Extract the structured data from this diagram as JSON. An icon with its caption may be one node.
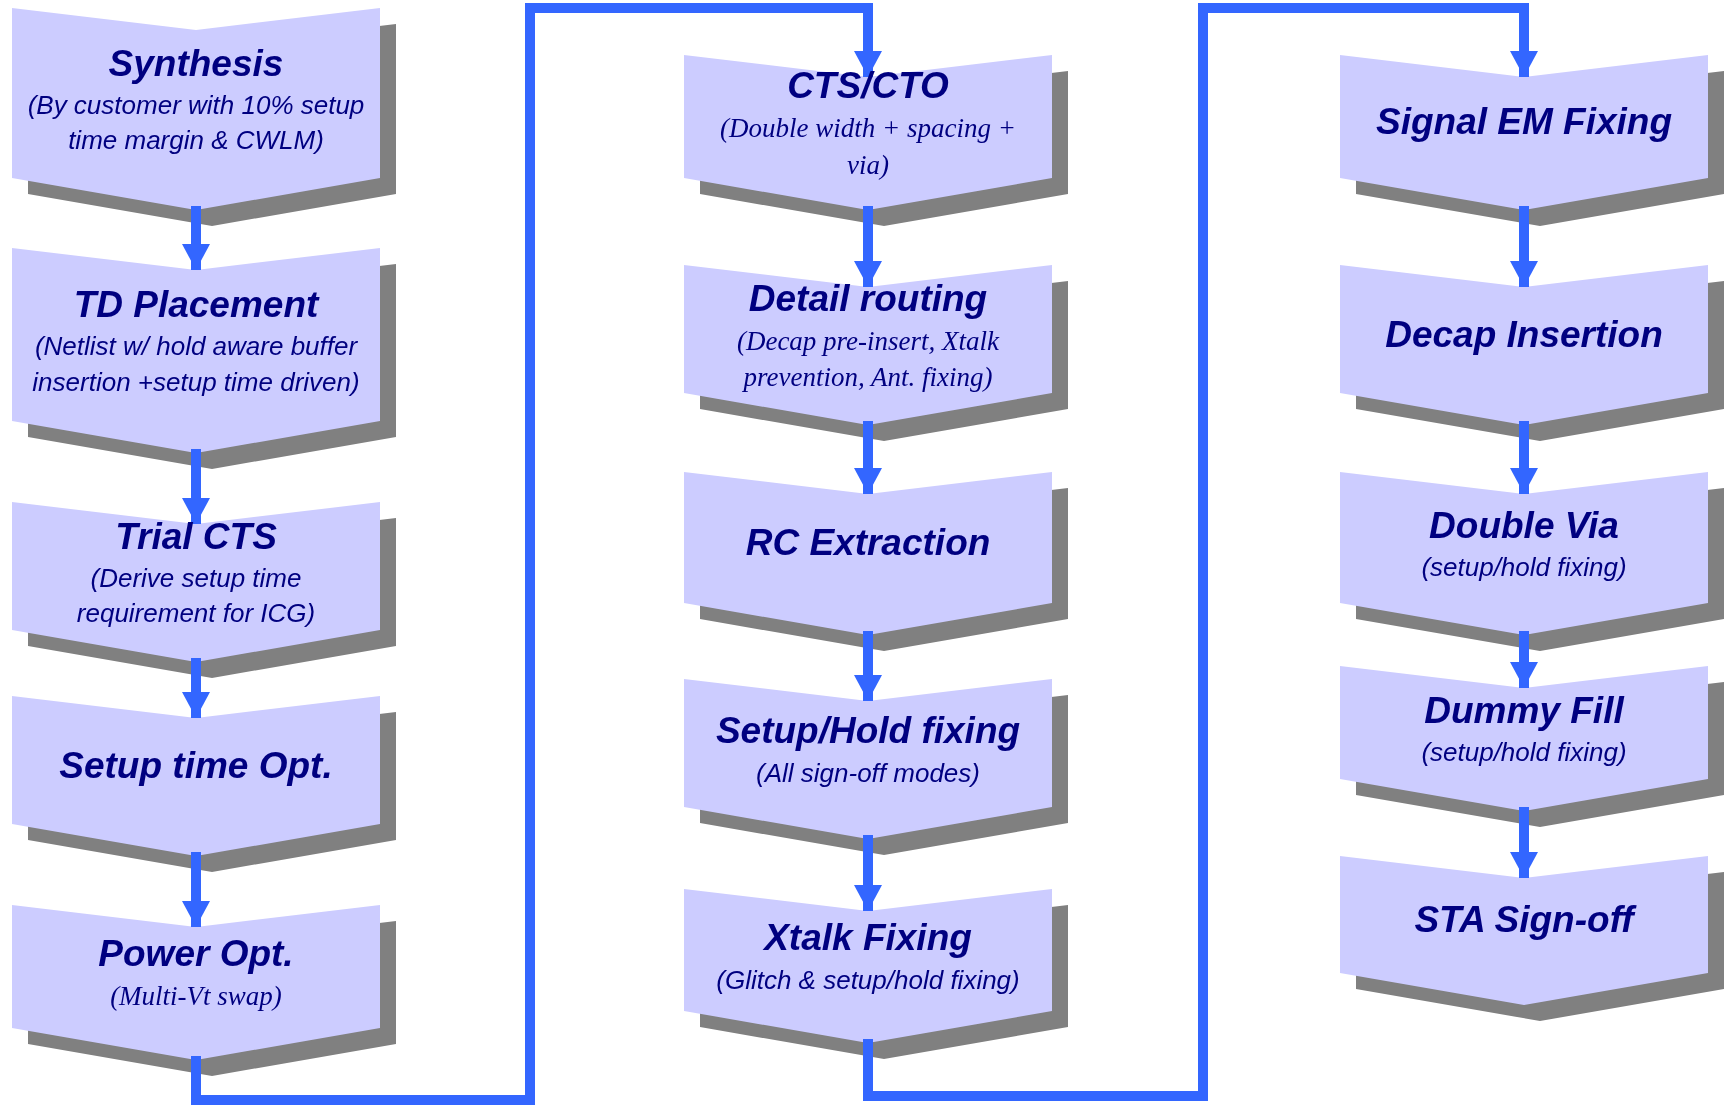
{
  "diagram": {
    "nodes": [
      {
        "text": [
          "Synthesis",
          "(By customer with 10% setup time margin & CWLM)"
        ]
      },
      {
        "text": [
          "TD Placement",
          "(Netlist w/ hold aware buffer insertion +setup time driven)"
        ]
      },
      {
        "text": [
          "Trial CTS",
          "(Derive setup time requirement for ICG)"
        ]
      },
      {
        "text": [
          "Setup time Opt."
        ]
      },
      {
        "text": [
          "Power Opt.",
          "(Multi-Vt swap)"
        ]
      },
      {
        "text": [
          "CTS/CTO",
          "(Double width + spacing + via)"
        ]
      },
      {
        "text": [
          "Detail routing",
          "(Decap pre-insert, Xtalk prevention, Ant. fixing)"
        ]
      },
      {
        "text": [
          "RC Extraction"
        ]
      },
      {
        "text": [
          "Setup/Hold fixing",
          "(All sign-off modes)"
        ]
      },
      {
        "text": [
          "Xtalk Fixing",
          "(Glitch & setup/hold fixing)"
        ]
      },
      {
        "text": [
          "Signal EM Fixing"
        ]
      },
      {
        "text": [
          "Decap Insertion"
        ]
      },
      {
        "text": [
          "Double Via",
          "(setup/hold fixing)"
        ]
      },
      {
        "text": [
          "Dummy Fill",
          "(setup/hold fixing)"
        ]
      },
      {
        "text": [
          "STA Sign-off"
        ]
      }
    ],
    "edges": [
      {
        "from": 0,
        "to": 1,
        "arrow": "to"
      },
      {
        "from": 1,
        "to": 2,
        "arrow": "to"
      },
      {
        "from": 2,
        "to": 3,
        "arrow": "to"
      },
      {
        "from": 3,
        "to": 4,
        "arrow": "to"
      },
      {
        "from": 4,
        "to": 5,
        "arrow": "to"
      },
      {
        "from": 5,
        "to": 6,
        "arrow": "to"
      },
      {
        "from": 6,
        "to": 7,
        "arrow": "to"
      },
      {
        "from": 7,
        "to": 8,
        "arrow": "to"
      },
      {
        "from": 8,
        "to": 9,
        "arrow": "to"
      },
      {
        "from": 9,
        "to": 10,
        "arrow": "to"
      },
      {
        "from": 10,
        "to": 11,
        "arrow": "to"
      },
      {
        "from": 11,
        "to": 12,
        "arrow": "to"
      },
      {
        "from": 12,
        "to": 13,
        "arrow": "to"
      },
      {
        "from": 13,
        "to": 14,
        "arrow": "to"
      }
    ]
  }
}
